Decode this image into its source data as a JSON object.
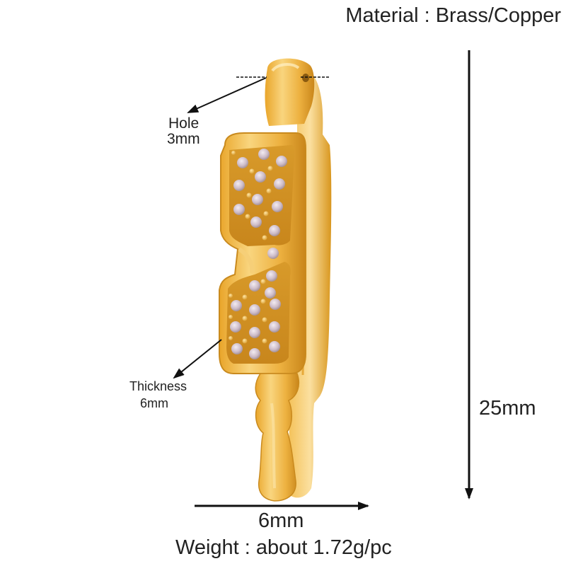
{
  "specs": {
    "material": "Material : Brass/Copper",
    "weight": "Weight : about 1.72g/pc"
  },
  "dimensions": {
    "hole": {
      "label": "Hole",
      "value": "3mm"
    },
    "thickness": {
      "label": "Thickness",
      "value": "6mm"
    },
    "height": {
      "value": "25mm"
    },
    "width": {
      "value": "6mm"
    }
  },
  "product": {
    "subject": "sunglasses-charm-pendant",
    "stones": "cubic zirconia pave",
    "colors": {
      "gold_light": "#F8D27A",
      "gold_mid": "#E9A82A",
      "gold_dark": "#C47F12",
      "stone": "#D9CBD6",
      "annotation": "#111111",
      "text": "#222222",
      "background": "#FFFFFF"
    }
  }
}
